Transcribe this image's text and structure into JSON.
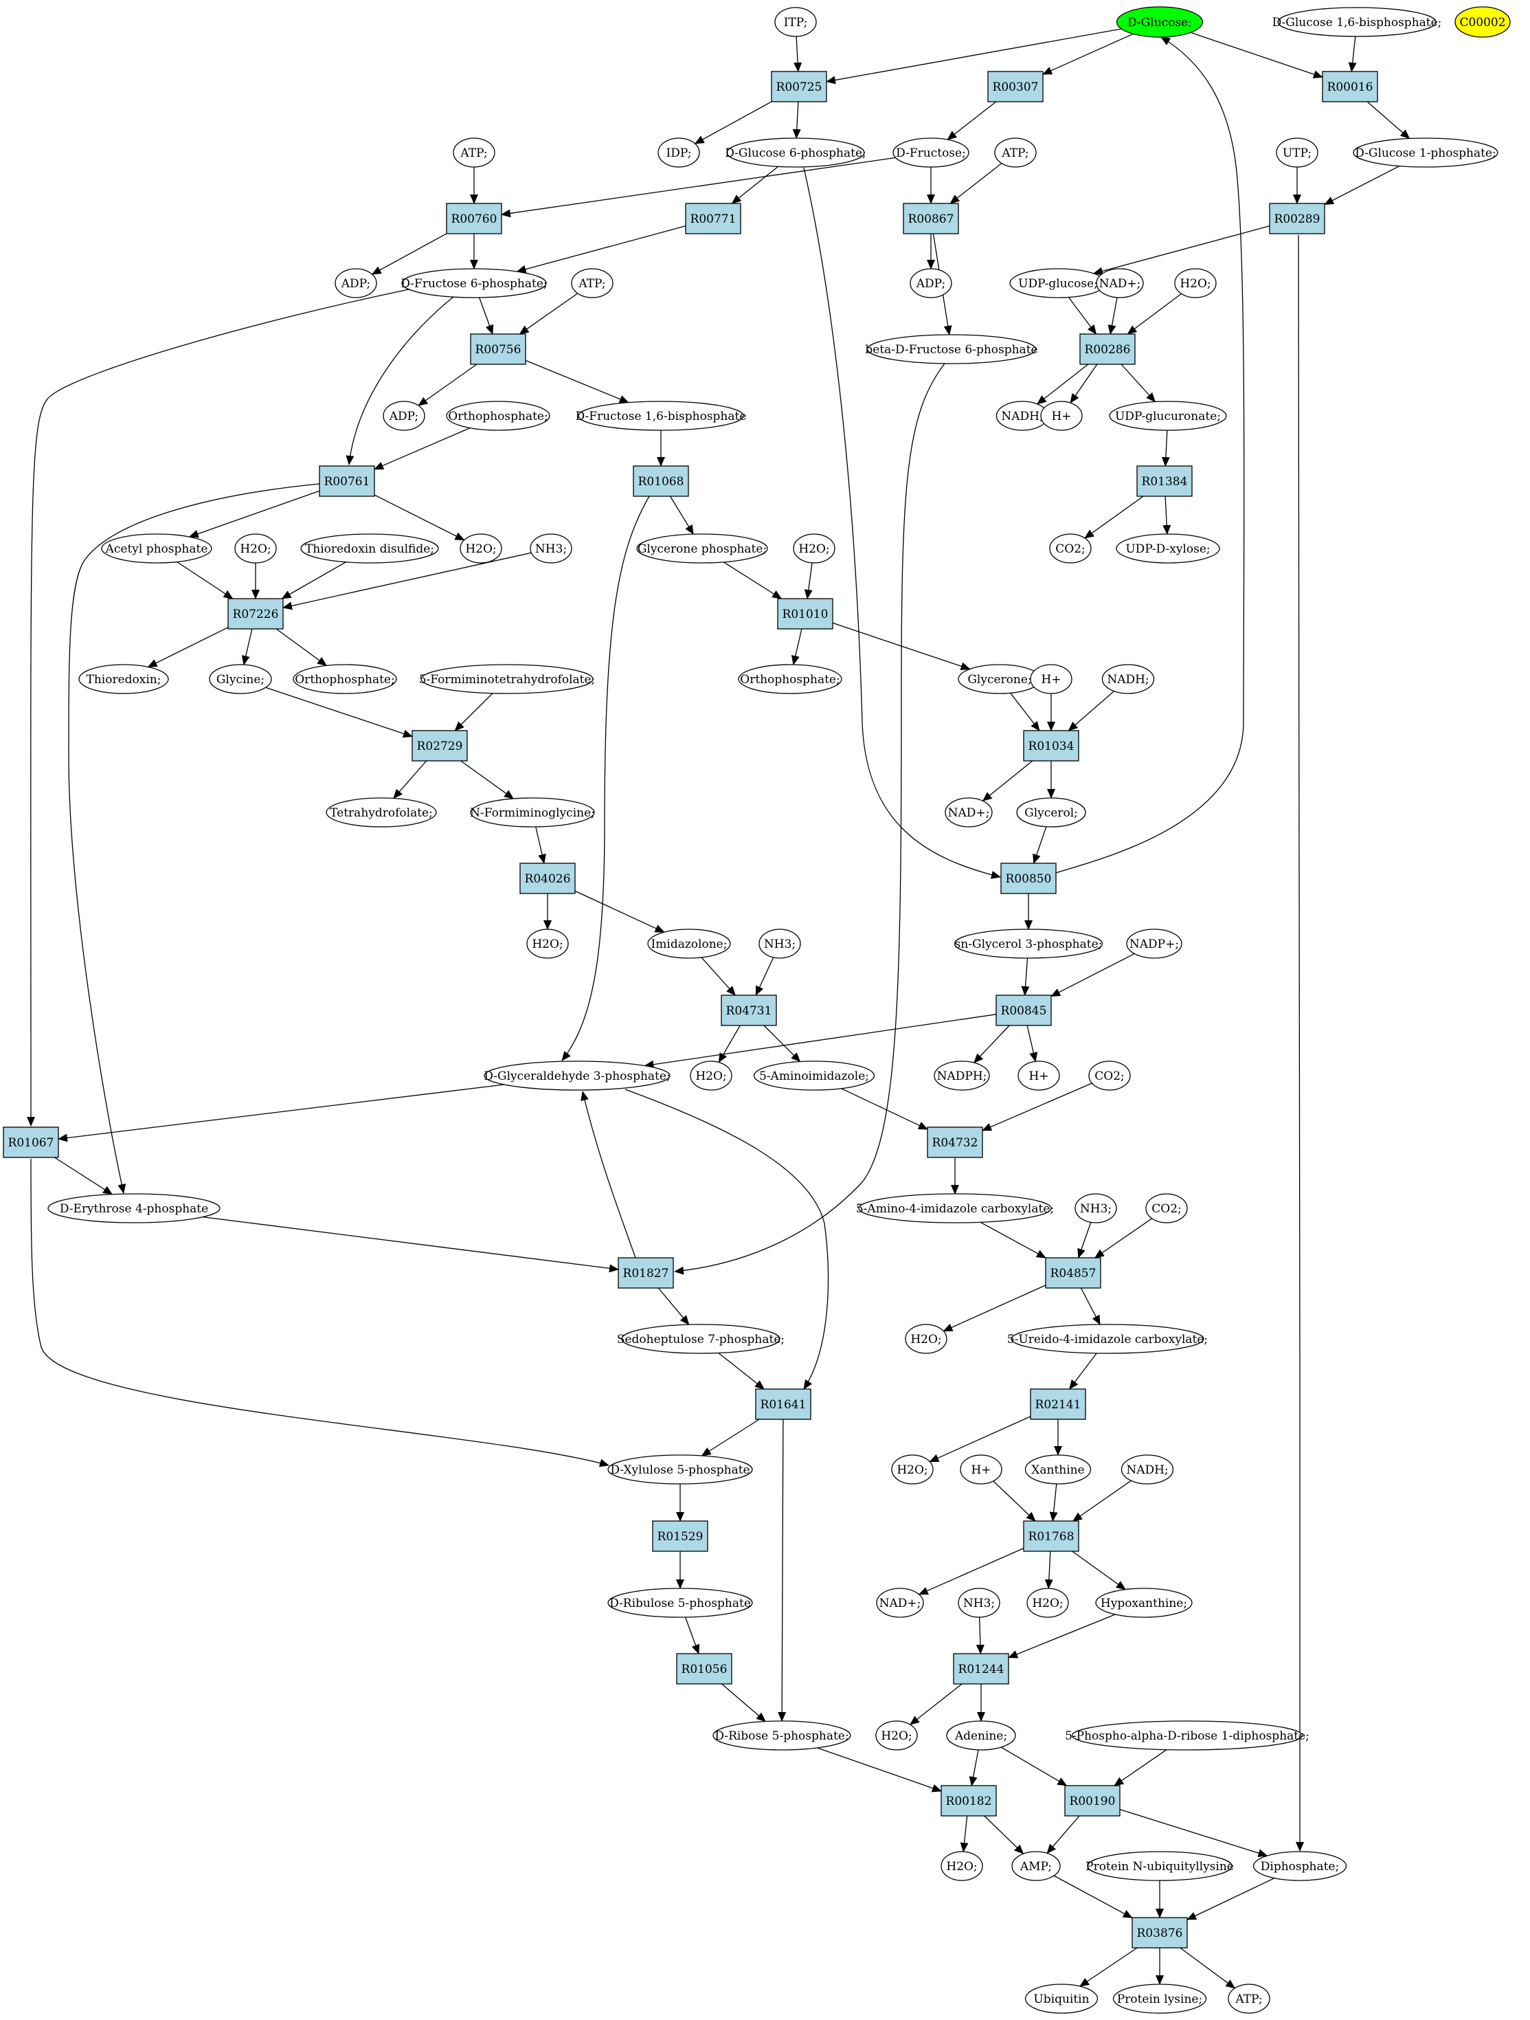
{
  "colors": {
    "reaction_fill": "#add8e6",
    "compound_fill": "#ffffff",
    "start_fill": "#00ff00",
    "extra_fill": "#ffff00",
    "stroke": "#000000"
  },
  "nodes": [
    {
      "id": "itp",
      "label": "ITP;",
      "type": "compound"
    },
    {
      "id": "dglucose",
      "label": "D-Glucose;",
      "type": "start"
    },
    {
      "id": "dg16bp",
      "label": "D-Glucose 1,6-bisphosphate;",
      "type": "compound"
    },
    {
      "id": "c00002",
      "label": "C00002",
      "type": "extra"
    },
    {
      "id": "r00725",
      "label": "R00725",
      "type": "reaction"
    },
    {
      "id": "r00307",
      "label": "R00307",
      "type": "reaction"
    },
    {
      "id": "r00016",
      "label": "R00016",
      "type": "reaction"
    },
    {
      "id": "idp",
      "label": "IDP;",
      "type": "compound"
    },
    {
      "id": "dg6p",
      "label": "D-Glucose 6-phosphate;",
      "type": "compound"
    },
    {
      "id": "atp1",
      "label": "ATP;",
      "type": "compound"
    },
    {
      "id": "dfru",
      "label": "D-Fructose;",
      "type": "compound"
    },
    {
      "id": "atp2",
      "label": "ATP;",
      "type": "compound"
    },
    {
      "id": "utp",
      "label": "UTP;",
      "type": "compound"
    },
    {
      "id": "dg1p",
      "label": "D-Glucose 1-phosphate;",
      "type": "compound"
    },
    {
      "id": "r00760",
      "label": "R00760",
      "type": "reaction"
    },
    {
      "id": "r00771",
      "label": "R00771",
      "type": "reaction"
    },
    {
      "id": "r00867",
      "label": "R00867",
      "type": "reaction"
    },
    {
      "id": "r00289",
      "label": "R00289",
      "type": "reaction"
    },
    {
      "id": "adp1",
      "label": "ADP;",
      "type": "compound"
    },
    {
      "id": "df6p",
      "label": "D-Fructose 6-phosphate;",
      "type": "compound"
    },
    {
      "id": "atp3",
      "label": "ATP;",
      "type": "compound"
    },
    {
      "id": "adp2",
      "label": "ADP;",
      "type": "compound"
    },
    {
      "id": "udpglc",
      "label": "UDP-glucose;",
      "type": "compound"
    },
    {
      "id": "nadp1",
      "label": "NAD+;",
      "type": "compound"
    },
    {
      "id": "h2o1",
      "label": "H2O;",
      "type": "compound"
    },
    {
      "id": "r00756",
      "label": "R00756",
      "type": "reaction"
    },
    {
      "id": "bdf6p",
      "label": "beta-D-Fructose 6-phosphate",
      "type": "compound"
    },
    {
      "id": "r00286",
      "label": "R00286",
      "type": "reaction"
    },
    {
      "id": "adp3",
      "label": "ADP;",
      "type": "compound"
    },
    {
      "id": "ortho1",
      "label": "Orthophosphate;",
      "type": "compound"
    },
    {
      "id": "df16bp",
      "label": "D-Fructose 1,6-bisphosphate",
      "type": "compound"
    },
    {
      "id": "nadh1",
      "label": "NADH;",
      "type": "compound"
    },
    {
      "id": "hp1",
      "label": "H+",
      "type": "compound"
    },
    {
      "id": "udpglcur",
      "label": "UDP-glucuronate;",
      "type": "compound"
    },
    {
      "id": "r00761",
      "label": "R00761",
      "type": "reaction"
    },
    {
      "id": "r01068",
      "label": "R01068",
      "type": "reaction"
    },
    {
      "id": "r01384",
      "label": "R01384",
      "type": "reaction"
    },
    {
      "id": "acp",
      "label": "Acetyl phosphate",
      "type": "compound"
    },
    {
      "id": "h2o2",
      "label": "H2O;",
      "type": "compound"
    },
    {
      "id": "trxss",
      "label": "Thioredoxin disulfide;",
      "type": "compound"
    },
    {
      "id": "h2o3",
      "label": "H2O;",
      "type": "compound"
    },
    {
      "id": "nh3a",
      "label": "NH3;",
      "type": "compound"
    },
    {
      "id": "gcp",
      "label": "Glycerone phosphate;",
      "type": "compound"
    },
    {
      "id": "h2o4",
      "label": "H2O;",
      "type": "compound"
    },
    {
      "id": "co2a",
      "label": "CO2;",
      "type": "compound"
    },
    {
      "id": "udpxyl",
      "label": "UDP-D-xylose;",
      "type": "compound"
    },
    {
      "id": "r07226",
      "label": "R07226",
      "type": "reaction"
    },
    {
      "id": "r01010",
      "label": "R01010",
      "type": "reaction"
    },
    {
      "id": "trx",
      "label": "Thioredoxin;",
      "type": "compound"
    },
    {
      "id": "gly",
      "label": "Glycine;",
      "type": "compound"
    },
    {
      "id": "ortho2",
      "label": "Orthophosphate;",
      "type": "compound"
    },
    {
      "id": "fthf",
      "label": "5-Formiminotetrahydrofolate;",
      "type": "compound"
    },
    {
      "id": "ortho3",
      "label": "Orthophosphate;",
      "type": "compound"
    },
    {
      "id": "glycerone",
      "label": "Glycerone;",
      "type": "compound"
    },
    {
      "id": "hp2",
      "label": "H+",
      "type": "compound"
    },
    {
      "id": "nadh2",
      "label": "NADH;",
      "type": "compound"
    },
    {
      "id": "r02729",
      "label": "R02729",
      "type": "reaction"
    },
    {
      "id": "r01034",
      "label": "R01034",
      "type": "reaction"
    },
    {
      "id": "thf",
      "label": "Tetrahydrofolate;",
      "type": "compound"
    },
    {
      "id": "nfgly",
      "label": "N-Formiminoglycine;",
      "type": "compound"
    },
    {
      "id": "nadp2",
      "label": "NAD+;",
      "type": "compound"
    },
    {
      "id": "glycerol",
      "label": "Glycerol;",
      "type": "compound"
    },
    {
      "id": "r04026",
      "label": "R04026",
      "type": "reaction"
    },
    {
      "id": "r00850",
      "label": "R00850",
      "type": "reaction"
    },
    {
      "id": "h2o5",
      "label": "H2O;",
      "type": "compound"
    },
    {
      "id": "imz",
      "label": "Imidazolone;",
      "type": "compound"
    },
    {
      "id": "nh3b",
      "label": "NH3;",
      "type": "compound"
    },
    {
      "id": "sng3p",
      "label": "sn-Glycerol 3-phosphate;",
      "type": "compound"
    },
    {
      "id": "nadpplus",
      "label": "NADP+;",
      "type": "compound"
    },
    {
      "id": "r04731",
      "label": "R04731",
      "type": "reaction"
    },
    {
      "id": "r00845",
      "label": "R00845",
      "type": "reaction"
    },
    {
      "id": "dga3p",
      "label": "D-Glyceraldehyde 3-phosphate;",
      "type": "compound"
    },
    {
      "id": "h2o6",
      "label": "H2O;",
      "type": "compound"
    },
    {
      "id": "aimz",
      "label": "5-Aminoimidazole;",
      "type": "compound"
    },
    {
      "id": "nadph",
      "label": "NADPH;",
      "type": "compound"
    },
    {
      "id": "hp3",
      "label": "H+",
      "type": "compound"
    },
    {
      "id": "co2b",
      "label": "CO2;",
      "type": "compound"
    },
    {
      "id": "r01067",
      "label": "R01067",
      "type": "reaction"
    },
    {
      "id": "r04732",
      "label": "R04732",
      "type": "reaction"
    },
    {
      "id": "de4p",
      "label": "D-Erythrose 4-phosphate",
      "type": "compound"
    },
    {
      "id": "aic",
      "label": "5-Amino-4-imidazole carboxylate;",
      "type": "compound"
    },
    {
      "id": "nh3c",
      "label": "NH3;",
      "type": "compound"
    },
    {
      "id": "co2c",
      "label": "CO2;",
      "type": "compound"
    },
    {
      "id": "r01827",
      "label": "R01827",
      "type": "reaction"
    },
    {
      "id": "r04857",
      "label": "R04857",
      "type": "reaction"
    },
    {
      "id": "s7p",
      "label": "Sedoheptulose 7-phosphate;",
      "type": "compound"
    },
    {
      "id": "h2o7",
      "label": "H2O;",
      "type": "compound"
    },
    {
      "id": "uic",
      "label": "5-Ureido-4-imidazole carboxylate;",
      "type": "compound"
    },
    {
      "id": "r01641",
      "label": "R01641",
      "type": "reaction"
    },
    {
      "id": "r02141",
      "label": "R02141",
      "type": "reaction"
    },
    {
      "id": "dx5p",
      "label": "D-Xylulose 5-phosphate",
      "type": "compound"
    },
    {
      "id": "h2o8",
      "label": "H2O;",
      "type": "compound"
    },
    {
      "id": "hp4",
      "label": "H+",
      "type": "compound"
    },
    {
      "id": "xan",
      "label": "Xanthine",
      "type": "compound"
    },
    {
      "id": "nadh3",
      "label": "NADH;",
      "type": "compound"
    },
    {
      "id": "r01529",
      "label": "R01529",
      "type": "reaction"
    },
    {
      "id": "r01768",
      "label": "R01768",
      "type": "reaction"
    },
    {
      "id": "dru5p",
      "label": "D-Ribulose 5-phosphate",
      "type": "compound"
    },
    {
      "id": "nadp3",
      "label": "NAD+;",
      "type": "compound"
    },
    {
      "id": "nh3d",
      "label": "NH3;",
      "type": "compound"
    },
    {
      "id": "h2o9",
      "label": "H2O;",
      "type": "compound"
    },
    {
      "id": "hypox",
      "label": "Hypoxanthine;",
      "type": "compound"
    },
    {
      "id": "r01056",
      "label": "R01056",
      "type": "reaction"
    },
    {
      "id": "r01244",
      "label": "R01244",
      "type": "reaction"
    },
    {
      "id": "dr5p",
      "label": "D-Ribose 5-phosphate;",
      "type": "compound"
    },
    {
      "id": "h2o10",
      "label": "H2O;",
      "type": "compound"
    },
    {
      "id": "adenine",
      "label": "Adenine;",
      "type": "compound"
    },
    {
      "id": "prpp",
      "label": "5-Phospho-alpha-D-ribose 1-diphosphate;",
      "type": "compound"
    },
    {
      "id": "r00182",
      "label": "R00182",
      "type": "reaction"
    },
    {
      "id": "r00190",
      "label": "R00190",
      "type": "reaction"
    },
    {
      "id": "h2o11",
      "label": "H2O;",
      "type": "compound"
    },
    {
      "id": "amp",
      "label": "AMP;",
      "type": "compound"
    },
    {
      "id": "pnub",
      "label": "Protein N-ubiquityllysine",
      "type": "compound"
    },
    {
      "id": "diphos",
      "label": "Diphosphate;",
      "type": "compound"
    },
    {
      "id": "r03876",
      "label": "R03876",
      "type": "reaction"
    },
    {
      "id": "ubq",
      "label": "Ubiquitin",
      "type": "compound"
    },
    {
      "id": "plys",
      "label": "Protein lysine;",
      "type": "compound"
    },
    {
      "id": "atp4",
      "label": "ATP;",
      "type": "compound"
    }
  ],
  "edges": [
    [
      "itp",
      "r00725"
    ],
    [
      "dglucose",
      "r00725"
    ],
    [
      "dglucose",
      "r00307"
    ],
    [
      "dglucose",
      "r00016"
    ],
    [
      "dg16bp",
      "r00016"
    ],
    [
      "r00725",
      "idp"
    ],
    [
      "r00725",
      "dg6p"
    ],
    [
      "r00307",
      "dfru"
    ],
    [
      "r00016",
      "dg1p"
    ],
    [
      "atp1",
      "r00760"
    ],
    [
      "dfru",
      "r00760"
    ],
    [
      "dg6p",
      "r00771"
    ],
    [
      "dfru",
      "r00867"
    ],
    [
      "atp2",
      "r00867"
    ],
    [
      "utp",
      "r00289"
    ],
    [
      "dg1p",
      "r00289"
    ],
    [
      "r00760",
      "adp1"
    ],
    [
      "r00760",
      "df6p"
    ],
    [
      "r00771",
      "df6p"
    ],
    [
      "r00867",
      "adp2"
    ],
    [
      "r00867",
      "bdf6p"
    ],
    [
      "r00289",
      "udpglc"
    ],
    [
      "r00289",
      "diphos"
    ],
    [
      "df6p",
      "r00756"
    ],
    [
      "atp3",
      "r00756"
    ],
    [
      "df6p",
      "r00761"
    ],
    [
      "df6p",
      "r01067"
    ],
    [
      "udpglc",
      "r00286"
    ],
    [
      "nadp1",
      "r00286"
    ],
    [
      "h2o1",
      "r00286"
    ],
    [
      "r00756",
      "adp3"
    ],
    [
      "r00756",
      "df16bp"
    ],
    [
      "bdf6p",
      "r01827"
    ],
    [
      "r00286",
      "nadh1"
    ],
    [
      "r00286",
      "hp1"
    ],
    [
      "r00286",
      "udpglcur"
    ],
    [
      "ortho1",
      "r00761"
    ],
    [
      "df16bp",
      "r01068"
    ],
    [
      "udpglcur",
      "r01384"
    ],
    [
      "r00761",
      "acp"
    ],
    [
      "r00761",
      "h2o3"
    ],
    [
      "r00761",
      "de4p"
    ],
    [
      "r01068",
      "gcp"
    ],
    [
      "r01068",
      "dga3p"
    ],
    [
      "r01384",
      "co2a"
    ],
    [
      "r01384",
      "udpxyl"
    ],
    [
      "acp",
      "r07226"
    ],
    [
      "h2o2",
      "r07226"
    ],
    [
      "trxss",
      "r07226"
    ],
    [
      "nh3a",
      "r07226"
    ],
    [
      "gcp",
      "r01010"
    ],
    [
      "h2o4",
      "r01010"
    ],
    [
      "r07226",
      "trx"
    ],
    [
      "r07226",
      "gly"
    ],
    [
      "r07226",
      "ortho2"
    ],
    [
      "r01010",
      "ortho3"
    ],
    [
      "r01010",
      "glycerone"
    ],
    [
      "gly",
      "r02729"
    ],
    [
      "fthf",
      "r02729"
    ],
    [
      "glycerone",
      "r01034"
    ],
    [
      "hp2",
      "r01034"
    ],
    [
      "nadh2",
      "r01034"
    ],
    [
      "r02729",
      "thf"
    ],
    [
      "r02729",
      "nfgly"
    ],
    [
      "r01034",
      "nadp2"
    ],
    [
      "r01034",
      "glycerol"
    ],
    [
      "nfgly",
      "r04026"
    ],
    [
      "glycerol",
      "r00850"
    ],
    [
      "dg6p",
      "r00850"
    ],
    [
      "r00850",
      "dglucose"
    ],
    [
      "r04026",
      "h2o5"
    ],
    [
      "r04026",
      "imz"
    ],
    [
      "r00850",
      "sng3p"
    ],
    [
      "imz",
      "r04731"
    ],
    [
      "nh3b",
      "r04731"
    ],
    [
      "sng3p",
      "r00845"
    ],
    [
      "nadpplus",
      "r00845"
    ],
    [
      "r04731",
      "h2o6"
    ],
    [
      "r04731",
      "aimz"
    ],
    [
      "r00845",
      "dga3p"
    ],
    [
      "r00845",
      "nadph"
    ],
    [
      "r00845",
      "hp3"
    ],
    [
      "dga3p",
      "r01067"
    ],
    [
      "aimz",
      "r04732"
    ],
    [
      "co2b",
      "r04732"
    ],
    [
      "dga3p",
      "r01641"
    ],
    [
      "r01067",
      "de4p"
    ],
    [
      "r01067",
      "dx5p"
    ],
    [
      "r04732",
      "aic"
    ],
    [
      "de4p",
      "r01827"
    ],
    [
      "aic",
      "r04857"
    ],
    [
      "nh3c",
      "r04857"
    ],
    [
      "co2c",
      "r04857"
    ],
    [
      "r01827",
      "dga3p"
    ],
    [
      "r01827",
      "s7p"
    ],
    [
      "r04857",
      "h2o7"
    ],
    [
      "r04857",
      "uic"
    ],
    [
      "s7p",
      "r01641"
    ],
    [
      "uic",
      "r02141"
    ],
    [
      "r01641",
      "dx5p"
    ],
    [
      "r01641",
      "dr5p"
    ],
    [
      "r02141",
      "h2o8"
    ],
    [
      "r02141",
      "xan"
    ],
    [
      "dx5p",
      "r01529"
    ],
    [
      "xan",
      "r01768"
    ],
    [
      "hp4",
      "r01768"
    ],
    [
      "nadh3",
      "r01768"
    ],
    [
      "r01529",
      "dru5p"
    ],
    [
      "r01768",
      "nadp3"
    ],
    [
      "r01768",
      "h2o9"
    ],
    [
      "r01768",
      "hypox"
    ],
    [
      "dru5p",
      "r01056"
    ],
    [
      "nh3d",
      "r01244"
    ],
    [
      "hypox",
      "r01244"
    ],
    [
      "r01056",
      "dr5p"
    ],
    [
      "r01244",
      "h2o10"
    ],
    [
      "r01244",
      "adenine"
    ],
    [
      "dr5p",
      "r00182"
    ],
    [
      "adenine",
      "r00182"
    ],
    [
      "adenine",
      "r00190"
    ],
    [
      "prpp",
      "r00190"
    ],
    [
      "r00182",
      "h2o11"
    ],
    [
      "r00182",
      "amp"
    ],
    [
      "r00190",
      "amp"
    ],
    [
      "r00190",
      "diphos"
    ],
    [
      "amp",
      "r03876"
    ],
    [
      "pnub",
      "r03876"
    ],
    [
      "diphos",
      "r03876"
    ],
    [
      "r03876",
      "ubq"
    ],
    [
      "r03876",
      "plys"
    ],
    [
      "r03876",
      "atp4"
    ]
  ]
}
